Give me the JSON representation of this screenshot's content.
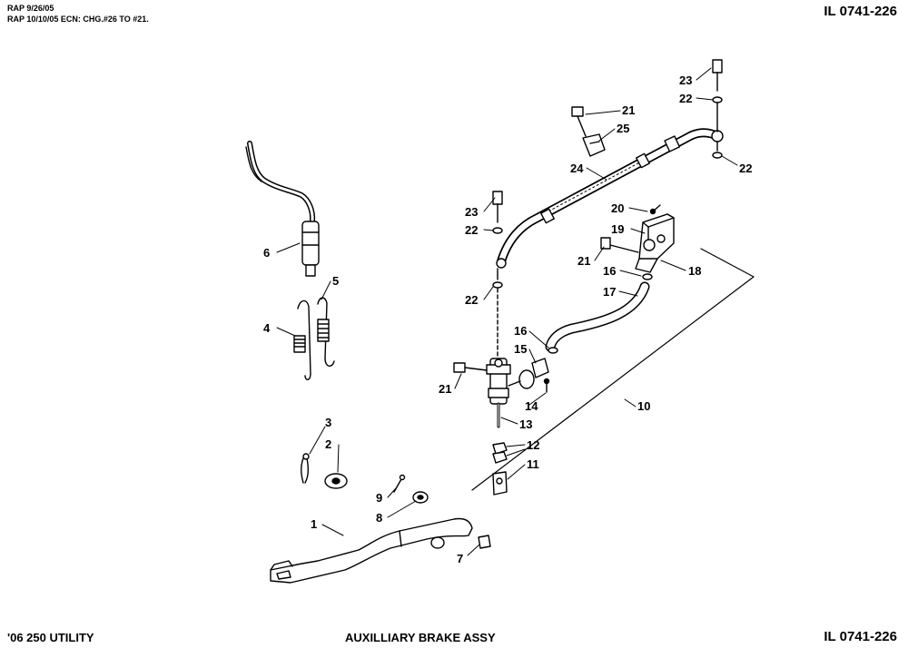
{
  "header": {
    "revision_1": "RAP 9/26/05",
    "revision_2": "RAP 10/10/05 ECN: CHG.#26 TO #21.",
    "drawing_id": "IL 0741-226"
  },
  "footer": {
    "model": "'06 250 UTILITY",
    "title": "AUXILLIARY BRAKE ASSY",
    "drawing_id": "IL 0741-226"
  },
  "callouts": [
    {
      "id": "c23a",
      "label": "23"
    },
    {
      "id": "c22a",
      "label": "22"
    },
    {
      "id": "c21a",
      "label": "21"
    },
    {
      "id": "c25",
      "label": "25"
    },
    {
      "id": "c22b",
      "label": "22"
    },
    {
      "id": "c24",
      "label": "24"
    },
    {
      "id": "c23b",
      "label": "23"
    },
    {
      "id": "c22c",
      "label": "22"
    },
    {
      "id": "c20",
      "label": "20"
    },
    {
      "id": "c19",
      "label": "19"
    },
    {
      "id": "c6",
      "label": "6"
    },
    {
      "id": "c21b",
      "label": "21"
    },
    {
      "id": "c16a",
      "label": "16"
    },
    {
      "id": "c18",
      "label": "18"
    },
    {
      "id": "c5",
      "label": "5"
    },
    {
      "id": "c22d",
      "label": "22"
    },
    {
      "id": "c17",
      "label": "17"
    },
    {
      "id": "c4",
      "label": "4"
    },
    {
      "id": "c16b",
      "label": "16"
    },
    {
      "id": "c15",
      "label": "15"
    },
    {
      "id": "c21c",
      "label": "21"
    },
    {
      "id": "c14",
      "label": "14"
    },
    {
      "id": "c10",
      "label": "10"
    },
    {
      "id": "c13",
      "label": "13"
    },
    {
      "id": "c3",
      "label": "3"
    },
    {
      "id": "c2",
      "label": "2"
    },
    {
      "id": "c12",
      "label": "12"
    },
    {
      "id": "c11",
      "label": "11"
    },
    {
      "id": "c9",
      "label": "9"
    },
    {
      "id": "c8",
      "label": "8"
    },
    {
      "id": "c1",
      "label": "1"
    },
    {
      "id": "c7",
      "label": "7"
    }
  ]
}
